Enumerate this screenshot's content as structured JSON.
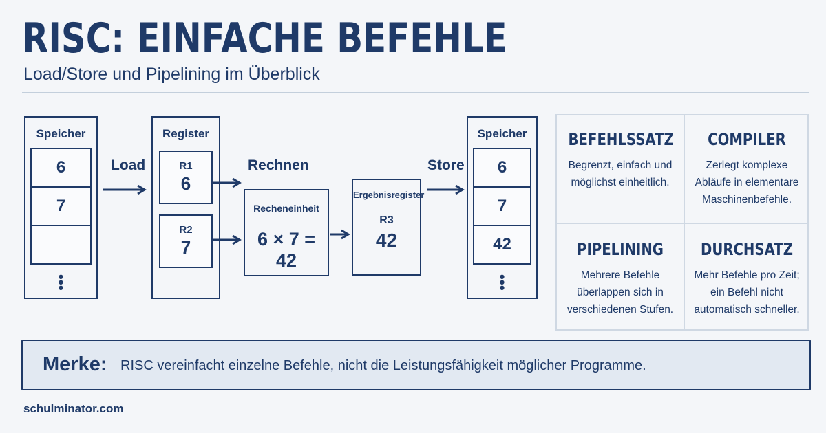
{
  "header": {
    "title": "RISC: EINFACHE BEFEHLE",
    "subtitle": "Load/Store und Pipelining im Überblick"
  },
  "diagram": {
    "memory_left": {
      "title": "Speicher",
      "cells": [
        "6",
        "7",
        ""
      ],
      "ellipsis": "⋮"
    },
    "load_label": "Load",
    "registers": {
      "title": "Register",
      "items": [
        {
          "name": "R1",
          "value": "6"
        },
        {
          "name": "R2",
          "value": "7"
        }
      ]
    },
    "compute_label": "Rechnen",
    "alu": {
      "title": "Recheneinheit",
      "expression": "6 × 7 = 42"
    },
    "result_register": {
      "title": "Ergebnisregister",
      "name": "R3",
      "value": "42"
    },
    "store_label": "Store",
    "memory_right": {
      "title": "Speicher",
      "cells": [
        "6",
        "7",
        "42"
      ],
      "ellipsis": "⋮"
    }
  },
  "concepts": [
    {
      "title": "BEFEHLSSATZ",
      "text": "Begrenzt, einfach und möglichst einheitlich."
    },
    {
      "title": "COMPILER",
      "text": "Zerlegt komplexe Abläufe in elementare Maschinenbefehle."
    },
    {
      "title": "PIPELINING",
      "text": "Mehrere Befehle überlappen sich in verschiedenen Stufen."
    },
    {
      "title": "DURCHSATZ",
      "text": "Mehr Befehle pro Zeit; ein Befehl nicht automatisch schneller."
    }
  ],
  "note": {
    "label": "Merke:",
    "text": "RISC vereinfacht einzelne Befehle, nicht die Leistungsfähigkeit möglicher Programme."
  },
  "footer": {
    "site": "schulminator.com"
  },
  "colors": {
    "primary": "#1f3a68",
    "background": "#f4f6f9",
    "note_background": "#e2e9f2",
    "grid_border": "#cfd8e3"
  }
}
